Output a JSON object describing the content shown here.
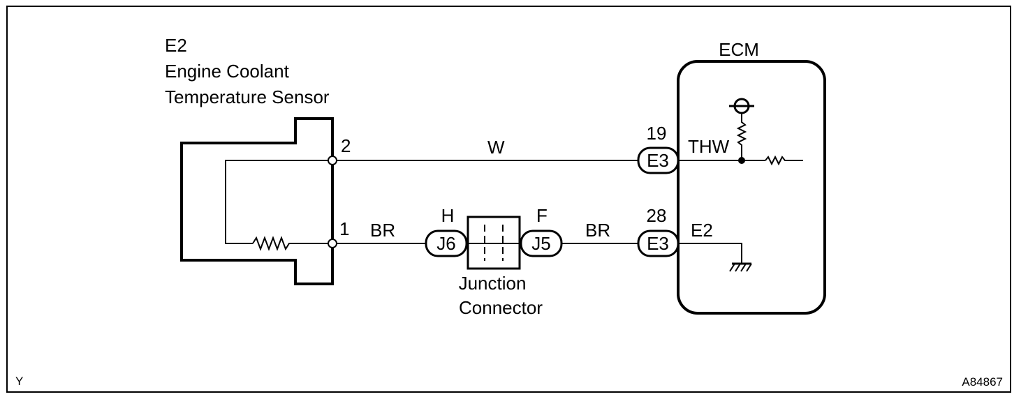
{
  "sensor": {
    "code": "E2",
    "name_line1": "Engine Coolant",
    "name_line2": "Temperature Sensor",
    "pin_top": "2",
    "pin_bottom": "1"
  },
  "ecm": {
    "title": "ECM",
    "thw_label": "THW",
    "e2_label": "E2"
  },
  "wires": {
    "top_color": "W",
    "bottom_left_color": "BR",
    "bottom_right_color": "BR"
  },
  "connectors": {
    "ecm_top": {
      "pin": "19",
      "id": "E3"
    },
    "ecm_bottom": {
      "pin": "28",
      "id": "E3"
    },
    "junction_left": {
      "pin": "H",
      "id": "J6"
    },
    "junction_right": {
      "pin": "F",
      "id": "J5"
    }
  },
  "junction": {
    "label_line1": "Junction",
    "label_line2": "Connector"
  },
  "footer": {
    "left": "Y",
    "right": "A84867"
  }
}
